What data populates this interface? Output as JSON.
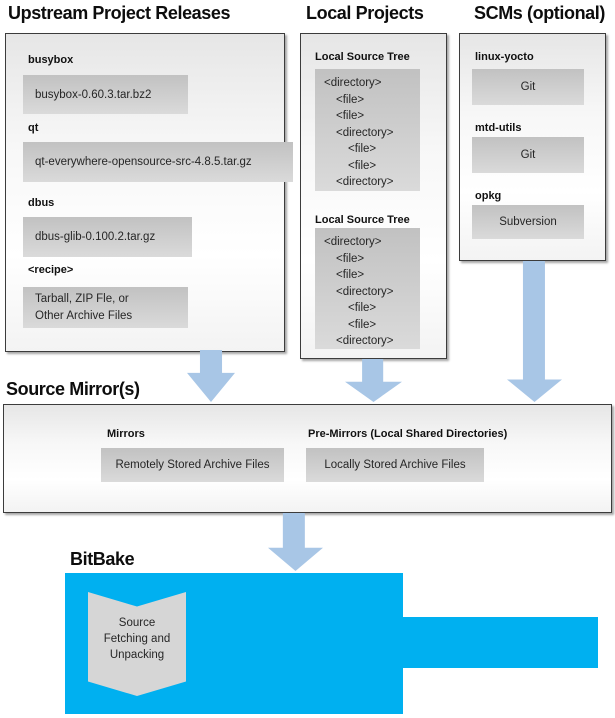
{
  "colors": {
    "arrow_blue": "#a8c6e6",
    "bitbake_cyan": "#00b0f0",
    "panel_item_gray": "#d2d2d2"
  },
  "upstream": {
    "title": "Upstream Project Releases",
    "entries": [
      {
        "label": "busybox",
        "text": "busybox-0.60.3.tar.bz2"
      },
      {
        "label": "qt",
        "text": "qt-everywhere-opensource-src-4.8.5.tar.gz"
      },
      {
        "label": "dbus",
        "text": "dbus-glib-0.100.2.tar.gz"
      },
      {
        "label": "<recipe>",
        "line1": "Tarball, ZIP Fle, or",
        "line2": "Other Archive Files"
      }
    ]
  },
  "local": {
    "title": "Local Projects",
    "sections": [
      {
        "label": "Local Source Tree",
        "tree": [
          "<directory>",
          "<file>",
          "<file>",
          "<directory>",
          "<file>",
          "<file>",
          "<directory>"
        ]
      },
      {
        "label": "Local Source Tree",
        "tree": [
          "<directory>",
          "<file>",
          "<file>",
          "<directory>",
          "<file>",
          "<file>",
          "<directory>"
        ]
      }
    ]
  },
  "scms": {
    "title": "SCMs (optional)",
    "entries": [
      {
        "label": "linux-yocto",
        "text": "Git"
      },
      {
        "label": "mtd-utils",
        "text": "Git"
      },
      {
        "label": "opkg",
        "text": "Subversion"
      }
    ]
  },
  "mirrors": {
    "title": "Source Mirror(s)",
    "groups": [
      {
        "label": "Mirrors",
        "text": "Remotely Stored Archive Files"
      },
      {
        "label": "Pre-Mirrors (Local Shared Directories)",
        "text": "Locally Stored Archive Files"
      }
    ]
  },
  "bitbake": {
    "title": "BitBake",
    "ribbon_lines": [
      "Source",
      "Fetching and",
      "Unpacking"
    ]
  }
}
